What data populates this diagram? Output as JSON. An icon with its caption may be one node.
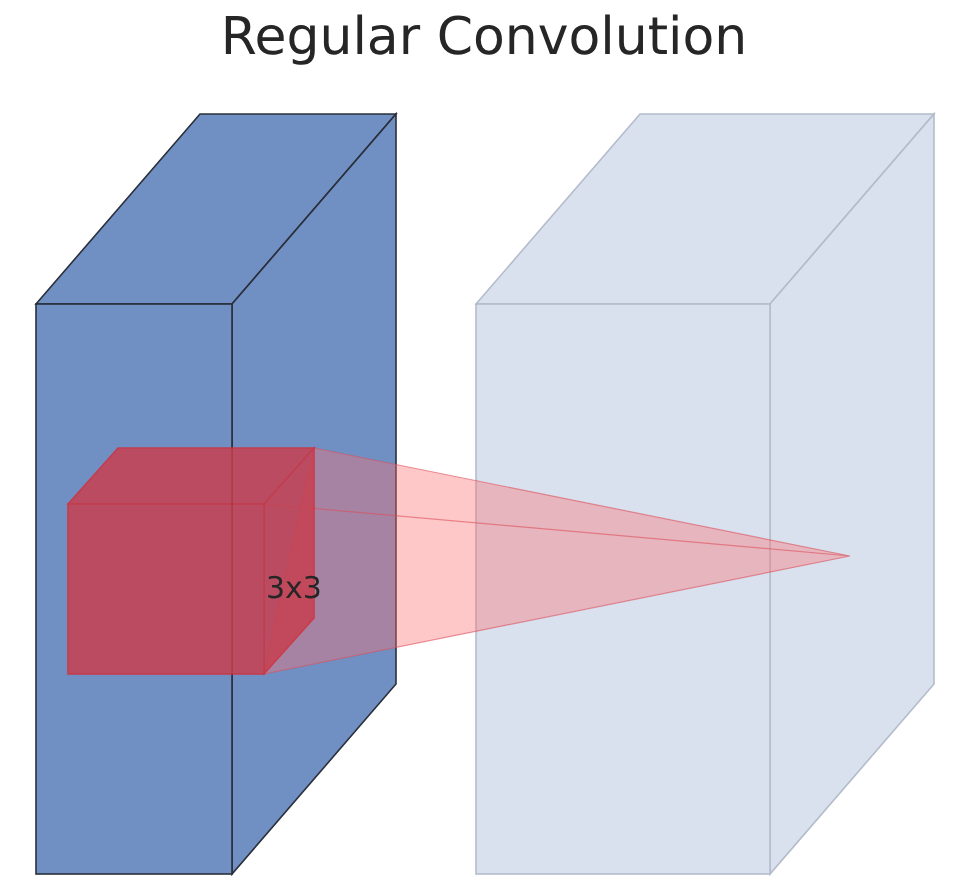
{
  "diagram": {
    "title": "Regular Convolution",
    "nodes": [
      {
        "text": [],
        "shape": "box"
      },
      {
        "text": [
          "3x3"
        ],
        "in": 0
      },
      {
        "text": [],
        "shape": "box"
      }
    ],
    "edges": [
      {
        "from": 1,
        "to": 2,
        "arrow": "none"
      }
    ]
  }
}
